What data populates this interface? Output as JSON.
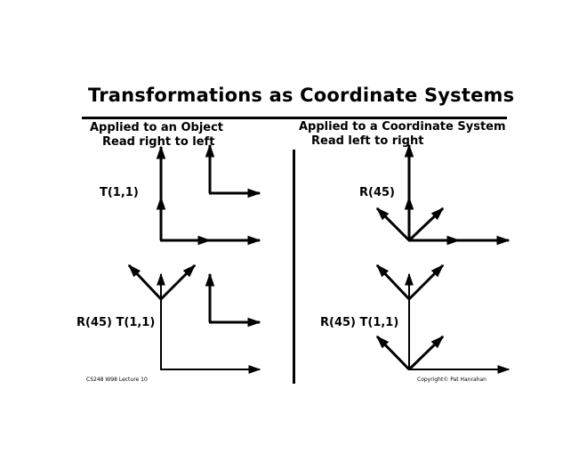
{
  "title": "Transformations as Coordinate Systems",
  "left": {
    "heading": "Applied to an Object",
    "subheading": "Read right to left",
    "label_top": "T(1,1)",
    "label_bottom": "R(45) T(1,1)"
  },
  "right": {
    "heading": "Applied to a Coordinate System",
    "subheading": "Read left to right",
    "label_top": "R(45)",
    "label_bottom": "R(45) T(1,1)"
  },
  "footer": {
    "course": "CS248 W98 Lecture 10",
    "copyright": "Copyright© Pat Hanrahan"
  }
}
